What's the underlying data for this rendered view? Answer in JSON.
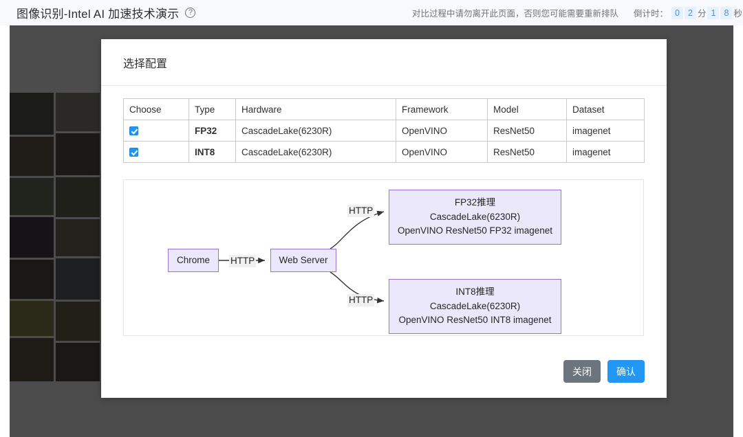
{
  "header": {
    "app_title": "图像识别-Intel AI 加速技术演示",
    "help_icon": "question-circle-icon",
    "warning": "对比过程中请勿离开此页面，否则您可能需要重新排队",
    "countdown_label": "倒计时：",
    "countdown": {
      "min_tens": "0",
      "min_ones": "2",
      "min_unit": "分",
      "sec_tens": "1",
      "sec_ones": "8",
      "sec_unit": "秒"
    }
  },
  "modal": {
    "title": "选择配置",
    "table": {
      "columns": [
        "Choose",
        "Type",
        "Hardware",
        "Framework",
        "Model",
        "Dataset"
      ],
      "rows": [
        {
          "checked": true,
          "type": "FP32",
          "hardware": "CascadeLake(6230R)",
          "framework": "OpenVINO",
          "model": "ResNet50",
          "dataset": "imagenet"
        },
        {
          "checked": true,
          "type": "INT8",
          "hardware": "CascadeLake(6230R)",
          "framework": "OpenVINO",
          "model": "ResNet50",
          "dataset": "imagenet"
        }
      ]
    },
    "diagram": {
      "nodes": {
        "client": "Chrome",
        "server": "Web Server",
        "fp32": {
          "line1": "FP32推理",
          "line2": "CascadeLake(6230R)",
          "line3": "OpenVINO ResNet50 FP32 imagenet"
        },
        "int8": {
          "line1": "INT8推理",
          "line2": "CascadeLake(6230R)",
          "line3": "OpenVINO ResNet50 INT8 imagenet"
        }
      },
      "edge_labels": {
        "client_to_server": "HTTP",
        "server_to_fp32": "HTTP",
        "server_to_int8": "HTTP"
      },
      "node_fill": "#ECE8FB",
      "node_border": "#9673d4"
    },
    "buttons": {
      "close": "关闭",
      "confirm": "确认"
    }
  },
  "theme": {
    "accent_blue": "#2196f3",
    "grey_button": "#6c757d",
    "countdown_chip_bg": "#e8f2fd",
    "countdown_text": "#4a8fe0"
  }
}
